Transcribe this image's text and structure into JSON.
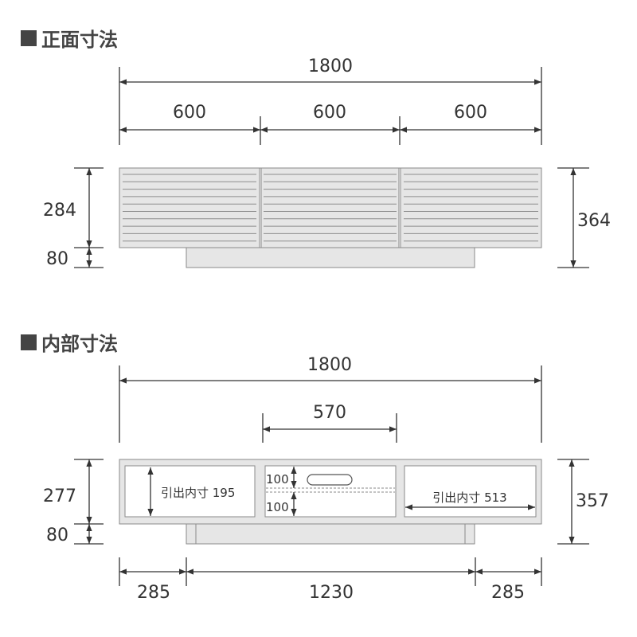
{
  "front": {
    "title": "正面寸法",
    "width_total": "1800",
    "widths": [
      "600",
      "600",
      "600"
    ],
    "height_body": "284",
    "height_base": "80",
    "height_total": "364"
  },
  "interior": {
    "title": "内部寸法",
    "width_total": "1800",
    "width_middle": "570",
    "height_body": "277",
    "height_base": "80",
    "height_total": "357",
    "drawer_left_label": "引出内寸 195",
    "drawer_right_label": "引出内寸 513",
    "middle_upper": "100",
    "middle_lower": "100",
    "base_widths": [
      "285",
      "1230",
      "285"
    ]
  }
}
